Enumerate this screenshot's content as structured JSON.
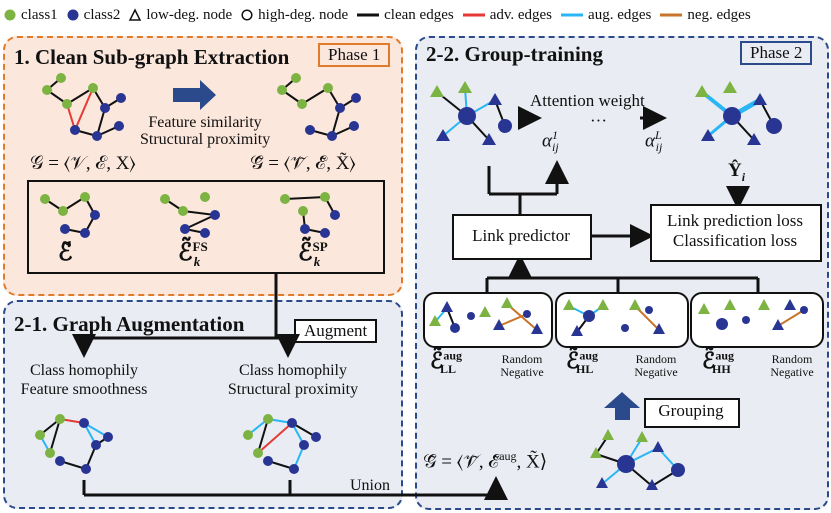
{
  "legend": {
    "class1": "class1",
    "class2": "class2",
    "low_deg": "low-deg. node",
    "high_deg": "high-deg. node",
    "clean": "clean edges",
    "adv": "adv. edges",
    "aug": "aug. edges",
    "neg": "neg. edges"
  },
  "colors": {
    "class1": "#7cb342",
    "class2": "#283593",
    "clean": "#111111",
    "adv": "#e53935",
    "aug": "#29b6f6",
    "neg": "#c8742a",
    "phase1_border": "#e07b2c",
    "phase1_fill": "#fbe7dc",
    "phase2_border": "#2b4a8b",
    "phase2_fill": "#e9ecf2"
  },
  "phase1": {
    "title": "1. Clean Sub-graph Extraction",
    "tag": "Phase 1",
    "arrow_text_1": "Feature similarity",
    "arrow_text_2": "Structural proximity",
    "g_left": "𝒢 = ⟨𝒱, ℰ, X⟩",
    "g_right": "𝒢̃ = ⟨𝒱̃, ℰ̃, X̃⟩",
    "sub1": "ℰ̃",
    "sub2_base": "ℰ̃",
    "sub2_sup": "FS",
    "sub2_sub": "k",
    "sub3_base": "ℰ̃",
    "sub3_sup": "SP",
    "sub3_sub": "k"
  },
  "aug": {
    "title": "2-1. Graph Augmentation",
    "tag": "Augment",
    "left_1": "Class homophily",
    "left_2": "Feature smoothness",
    "right_1": "Class homophily",
    "right_2": "Structural proximity",
    "union": "Union"
  },
  "phase2": {
    "title": "2-2. Group-training",
    "tag": "Phase 2",
    "attention": "Attention weight",
    "alpha1": "α",
    "alpha1_sup": "1",
    "alpha1_sub": "ij",
    "dots": "···",
    "alphaL": "α",
    "alphaL_sup": "L",
    "alphaL_sub": "ij",
    "yhat": "Ŷ",
    "yhat_sub": "i",
    "link_predictor": "Link predictor",
    "loss1": "Link prediction loss",
    "loss2": "Classification loss",
    "grp": [
      {
        "sup": "aug",
        "sub": "LL",
        "rn1": "Random",
        "rn2": "Negative"
      },
      {
        "sup": "aug",
        "sub": "HL",
        "rn1": "Random",
        "rn2": "Negative"
      },
      {
        "sup": "aug",
        "sub": "HH",
        "rn1": "Random",
        "rn2": "Negative"
      }
    ],
    "grouping": "Grouping",
    "g_aug": "𝒢̃ = ⟨𝒱̃, ℰ̃",
    "g_aug_sup": "aug",
    "g_aug_tail": ", X̃⟩"
  }
}
